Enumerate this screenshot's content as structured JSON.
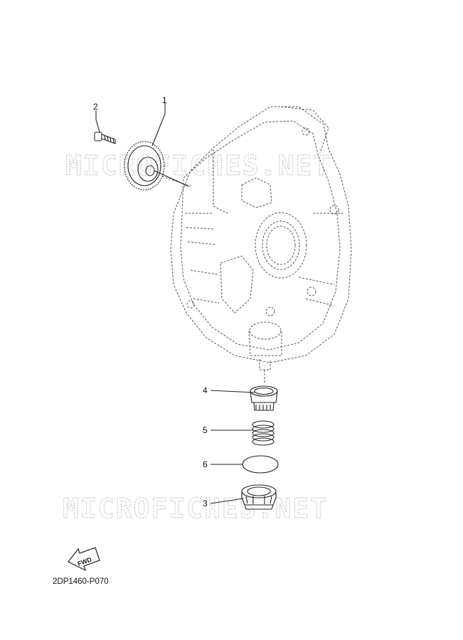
{
  "watermark": {
    "text": "MICROFICHES.NET"
  },
  "parts": [
    {
      "ref": "1",
      "part": "gear"
    },
    {
      "ref": "2",
      "part": "bolt"
    },
    {
      "ref": "4",
      "part": "strainer-cap"
    },
    {
      "ref": "5",
      "part": "spring"
    },
    {
      "ref": "6",
      "part": "o-ring"
    },
    {
      "ref": "3",
      "part": "drain-plug"
    }
  ],
  "fwd_label": "FWD",
  "diagram_code": "2DP1460-P070"
}
